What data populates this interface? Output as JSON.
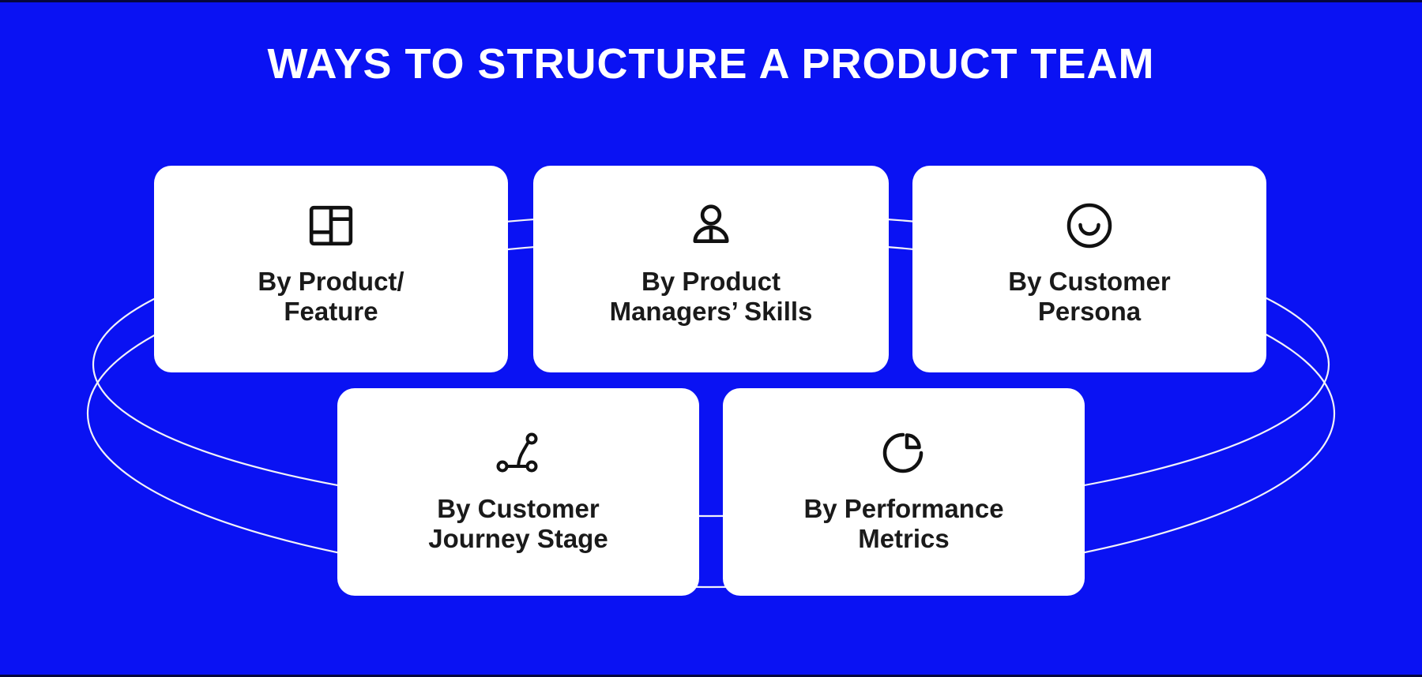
{
  "title": "WAYS TO STRUCTURE A PRODUCT TEAM",
  "theme": {
    "background": "#0A12F3",
    "card_background": "#FFFFFF",
    "card_text_color": "#1A1A1A",
    "title_color": "#FFFFFF",
    "icon_color": "#111111",
    "orbit_line_color": "#F2F2F8"
  },
  "cards": [
    {
      "icon": "layout-grid-icon",
      "line1": "By Product/",
      "line2": "Feature"
    },
    {
      "icon": "person-icon",
      "line1": "By Product",
      "line2": "Managers’ Skills"
    },
    {
      "icon": "smiley-face-icon",
      "line1": "By Customer",
      "line2": "Persona"
    },
    {
      "icon": "journey-path-icon",
      "line1": "By Customer",
      "line2": "Journey Stage"
    },
    {
      "icon": "pie-chart-icon",
      "line1": "By Performance",
      "line2": "Metrics"
    }
  ]
}
